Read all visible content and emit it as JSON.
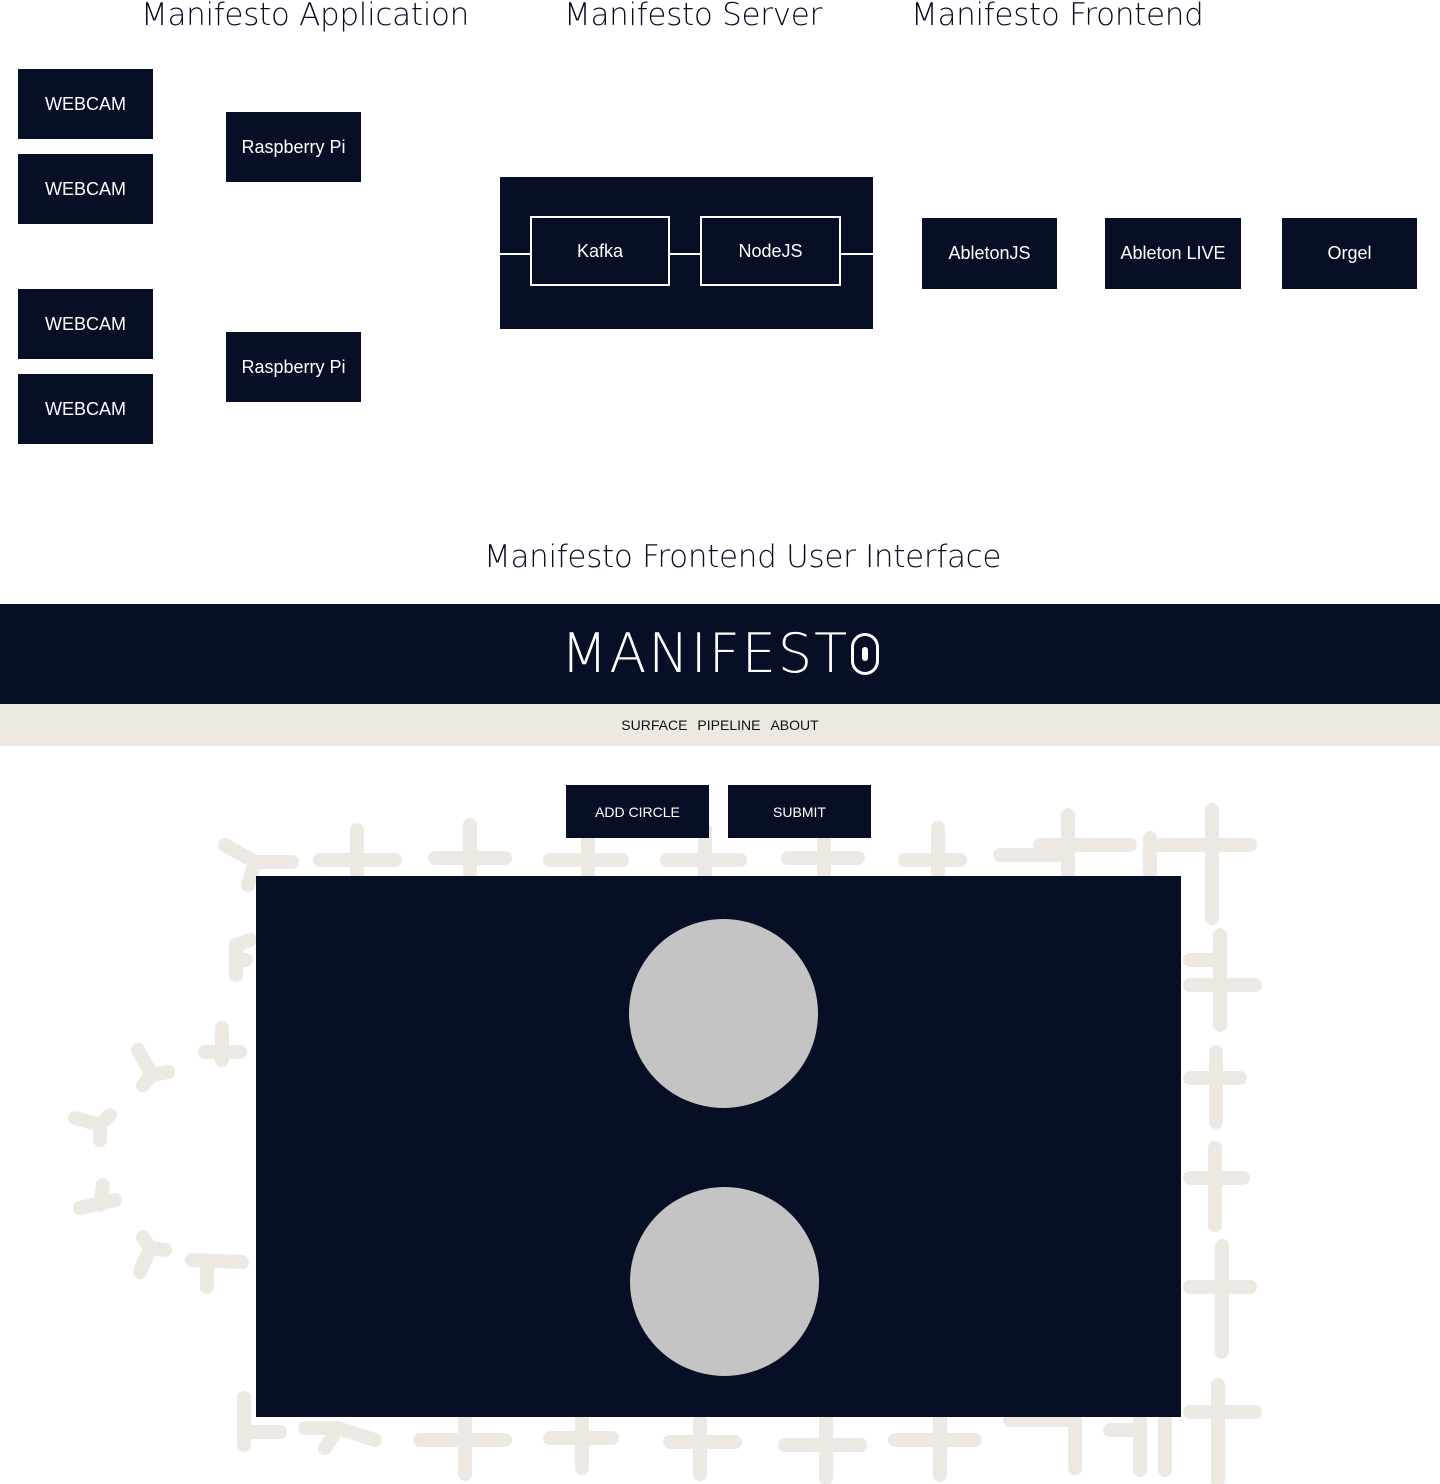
{
  "architecture": {
    "application": {
      "title": "Manifesto Application",
      "webcams": [
        "WEBCAM",
        "WEBCAM",
        "WEBCAM",
        "WEBCAM"
      ],
      "raspberry_pis": [
        "Raspberry Pi",
        "Raspberry Pi"
      ]
    },
    "server": {
      "title": "Manifesto Server",
      "components": [
        "Kafka",
        "NodeJS"
      ]
    },
    "frontend": {
      "title": "Manifesto Frontend",
      "components": [
        "AbletonJS",
        "Ableton LIVE",
        "Orgel"
      ]
    }
  },
  "ui_mockup": {
    "title": "Manifesto Frontend User Interface",
    "logo_text": "MANIFEST",
    "nav": [
      "SURFACE",
      "PIPELINE",
      "ABOUT"
    ],
    "buttons": {
      "add_circle": "ADD CIRCLE",
      "submit": "SUBMIT"
    },
    "colors": {
      "navy": "#060f26",
      "beige": "#ede8e2",
      "circle_gray": "#c4c4c4",
      "text": "#060d22"
    },
    "surface_circle_count": 2
  }
}
